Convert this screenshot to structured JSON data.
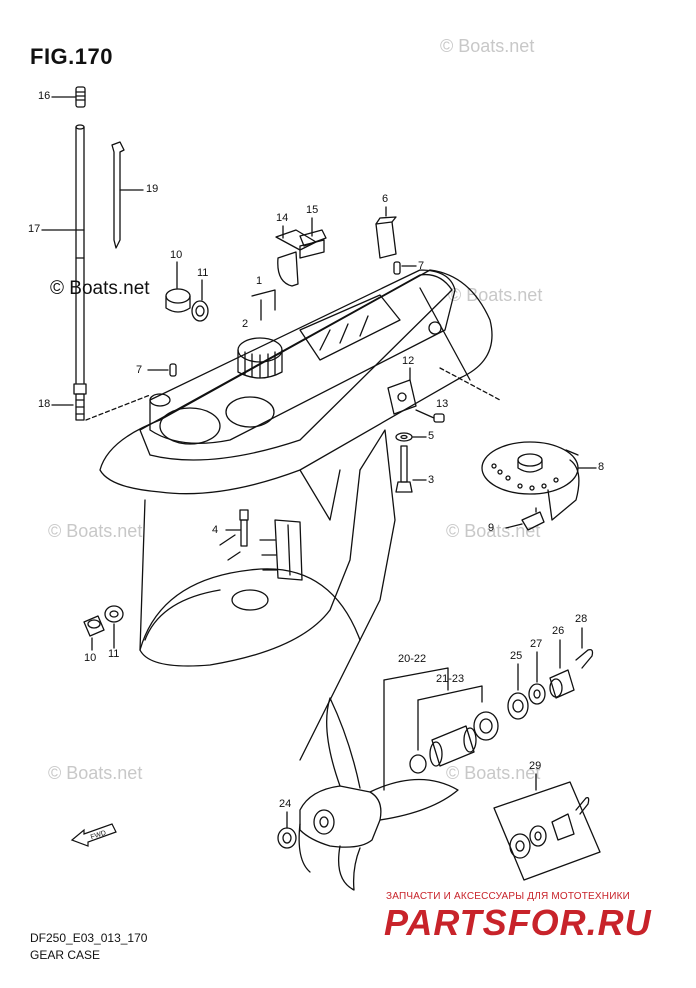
{
  "figure": {
    "title": "FIG.170"
  },
  "watermarks": [
    "© Boats.net",
    "© Boats.net",
    "© Boats.net",
    "© Boats.net",
    "© Boats.net",
    "© Boats.net",
    "© Boats.net"
  ],
  "callouts": {
    "c16": "16",
    "c17": "17",
    "c18": "18",
    "c19": "19",
    "c14": "14",
    "c15": "15",
    "c6": "6",
    "c10a": "10",
    "c11a": "11",
    "c1": "1",
    "c2": "2",
    "c7a": "7",
    "c7b": "7",
    "c12": "12",
    "c13": "13",
    "c5": "5",
    "c3": "3",
    "c8": "8",
    "c9": "9",
    "c4": "4",
    "c10b": "10",
    "c11b": "11",
    "c20_22": "20-22",
    "c21_23": "21-23",
    "c25": "25",
    "c26": "26",
    "c27": "27",
    "c28": "28",
    "c29": "29",
    "c24": "24"
  },
  "fwd_label": "FWD",
  "footer": {
    "code": "DF250_E03_013_170",
    "name": "GEAR CASE"
  },
  "shop": {
    "tagline": "ЗАПЧАСТИ И АКСЕССУАРЫ ДЛЯ МОТОТЕХНИКИ",
    "logo": "PARTSFOR.RU"
  },
  "colors": {
    "brand_red": "#c8232a",
    "line": "#111111",
    "watermark": "#c8c8c8"
  }
}
